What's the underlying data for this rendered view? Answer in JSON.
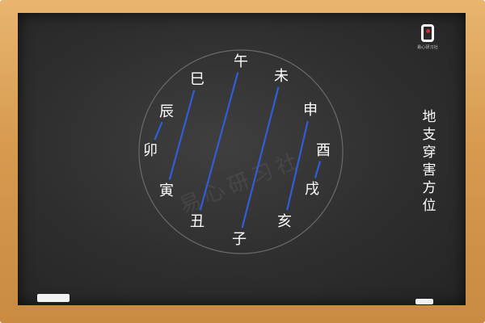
{
  "title": [
    "地",
    "支",
    "穿",
    "害",
    "方",
    "位"
  ],
  "branches": {
    "wu": "午",
    "wei": "未",
    "shen": "申",
    "you": "酉",
    "xu": "戌",
    "hai": "亥",
    "zi": "子",
    "chou": "丑",
    "yin": "寅",
    "mao": "卯",
    "chen": "辰",
    "si": "巳"
  },
  "pairs": [
    [
      "wu",
      "chou"
    ],
    [
      "wei",
      "zi"
    ],
    [
      "shen",
      "hai"
    ],
    [
      "you",
      "xu"
    ],
    [
      "mao",
      "chen"
    ],
    [
      "yin",
      "si"
    ]
  ],
  "watermark": "易心研习社",
  "logo_label": "易心研习社",
  "colors": {
    "line": "#2f5ed8",
    "ring": "#6a6a6a",
    "text": "#ffffff",
    "board": "#2e2e2e",
    "frame": "#d79a4f",
    "logo_accent": "#d12a2a"
  }
}
